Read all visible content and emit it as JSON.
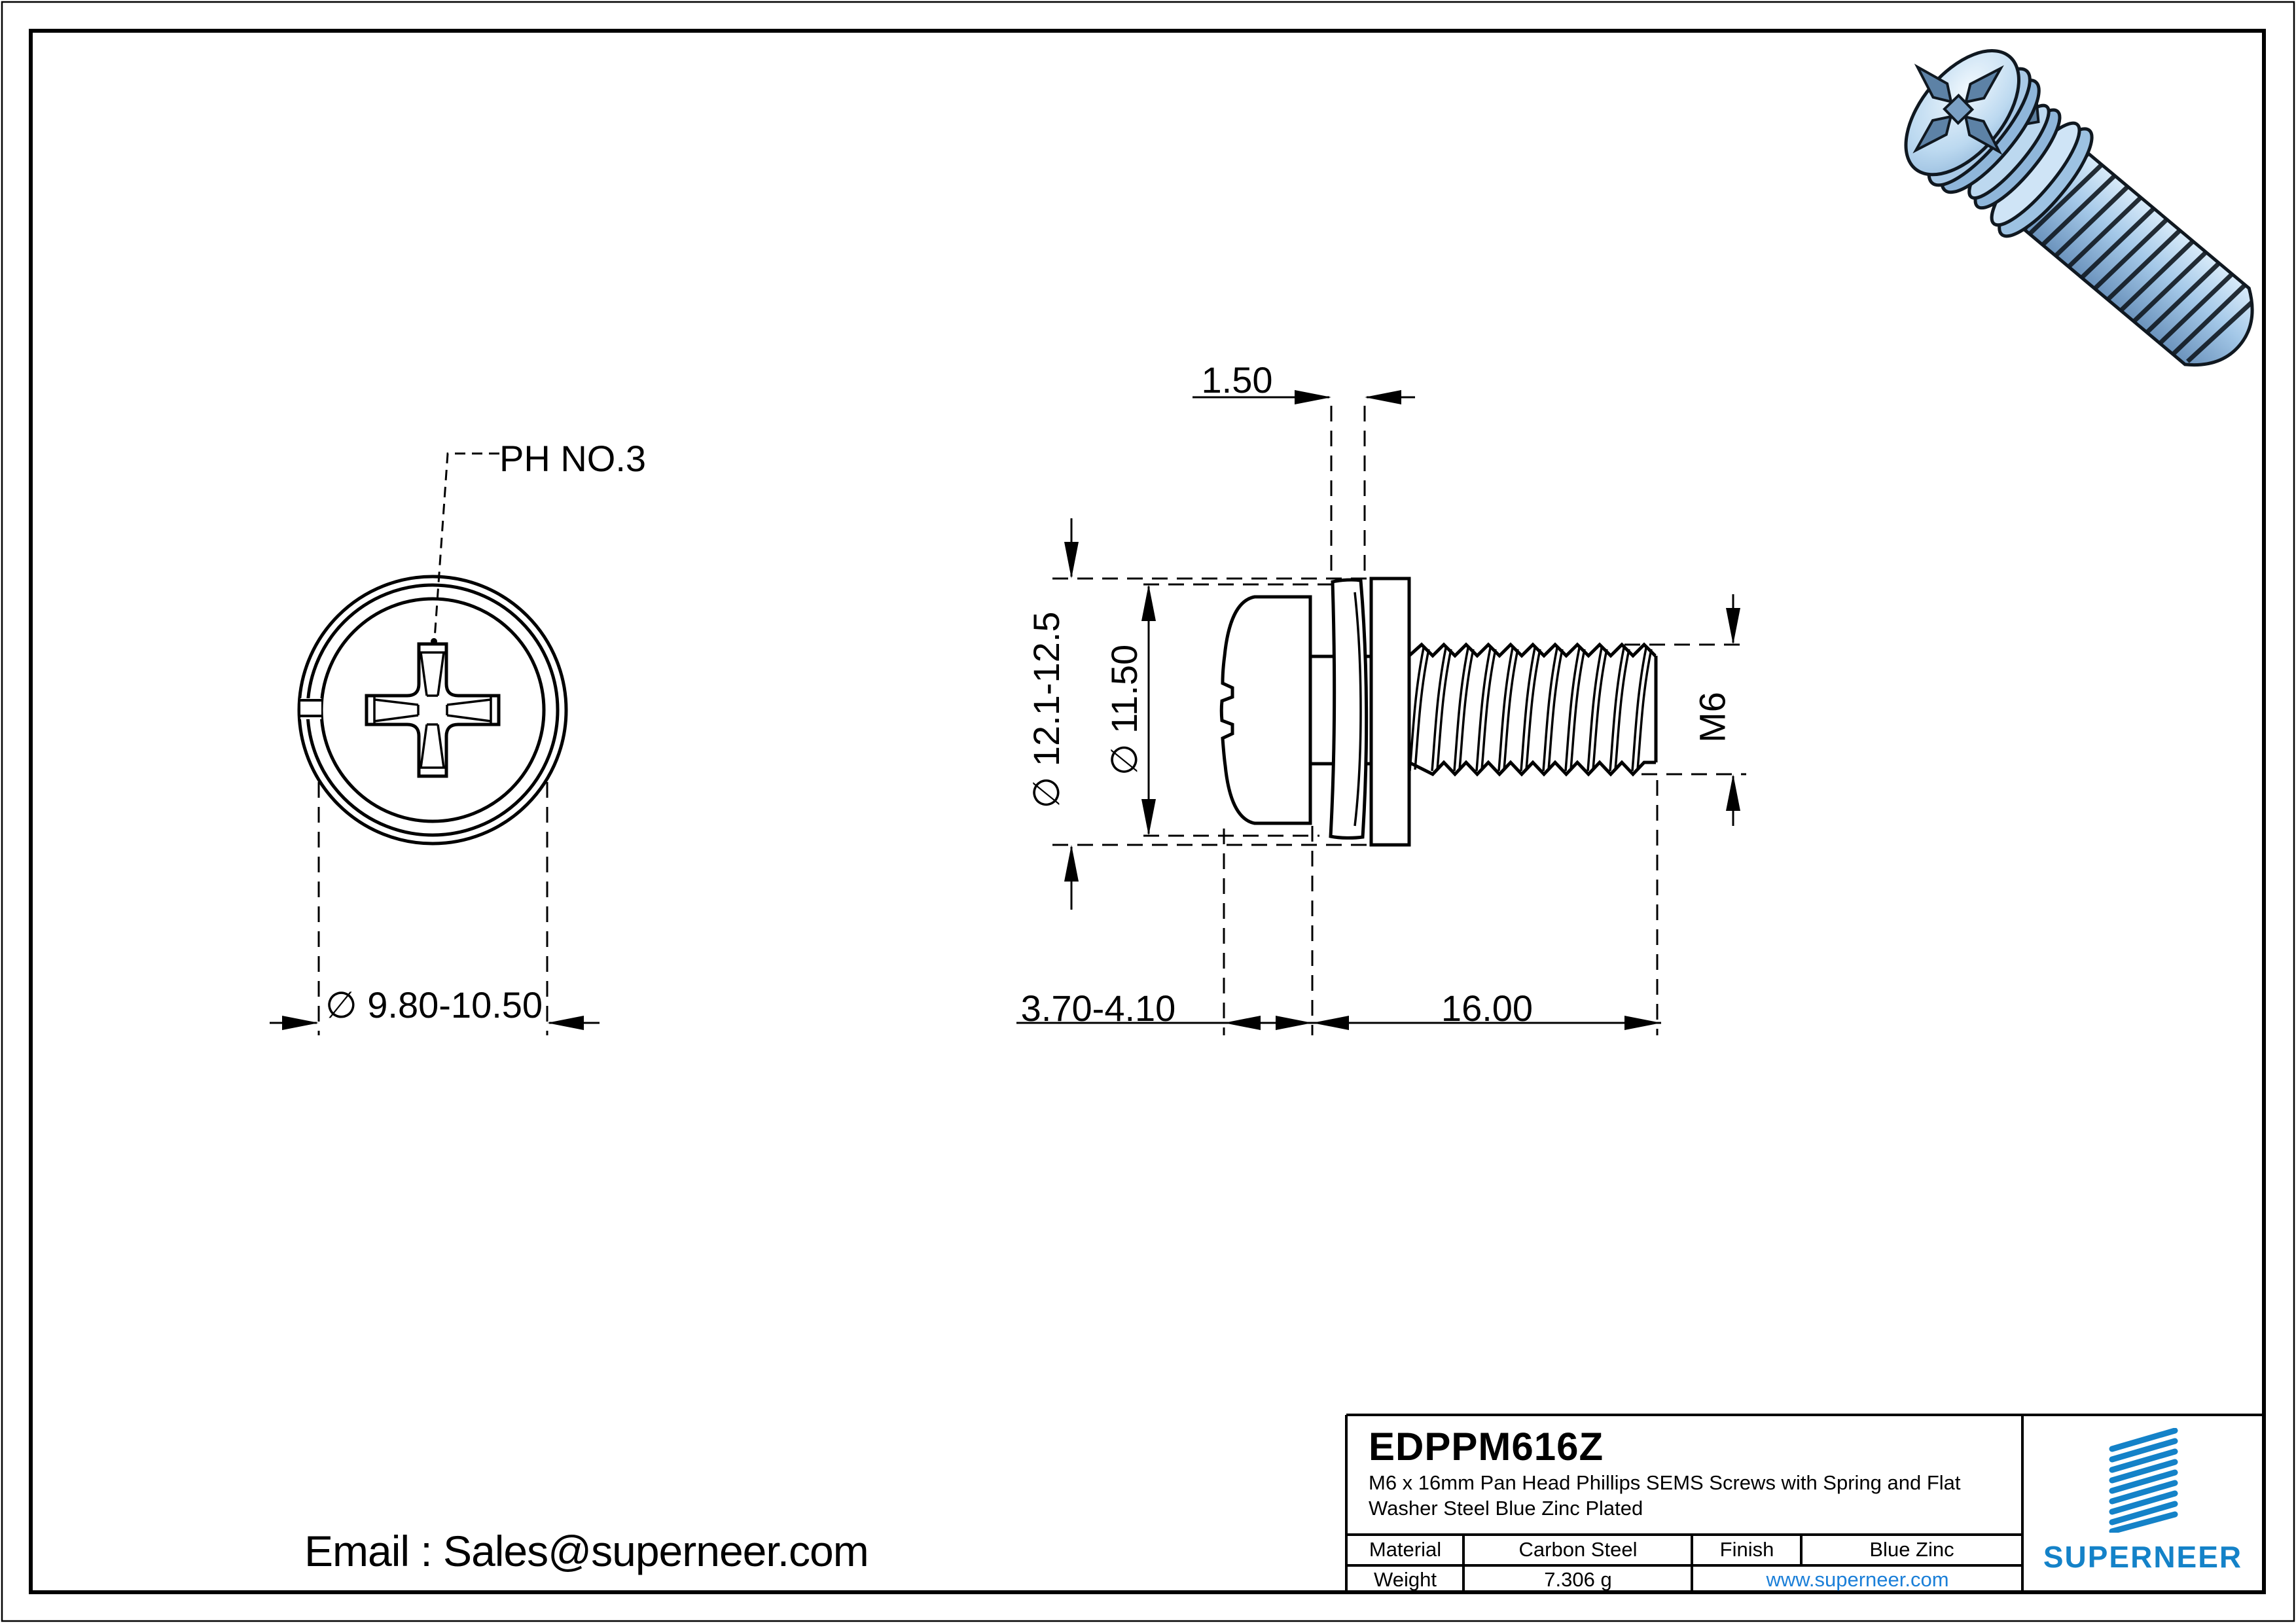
{
  "views": {
    "top_view": {
      "drive_label": "PH NO.3",
      "head_diameter": "∅ 9.80-10.50"
    },
    "side_view": {
      "spring_washer_thickness": "1.50",
      "flat_washer_diameter": "∅ 12.1-12.5",
      "spring_washer_diameter": "∅ 11.50",
      "thread_size": "M6",
      "head_height": "3.70-4.10",
      "thread_length": "16.00"
    }
  },
  "title_block": {
    "part_number": "EDPPM616Z",
    "description": "M6 x 16mm Pan Head Phillips SEMS Screws with Spring and Flat Washer Steel Blue Zinc Plated",
    "material_label": "Material",
    "material_value": "Carbon Steel",
    "finish_label": "Finish",
    "finish_value": "Blue Zinc",
    "weight_label": "Weight",
    "weight_value": "7.306 g",
    "website": "www.superneer.com",
    "brand": "SUPERNEER",
    "brand_color": "#1482c8",
    "link_color": "#1b7fd8",
    "screw_render_color": "#a9c9e6"
  },
  "footer": {
    "email": "Email : Sales@superneer.com"
  }
}
